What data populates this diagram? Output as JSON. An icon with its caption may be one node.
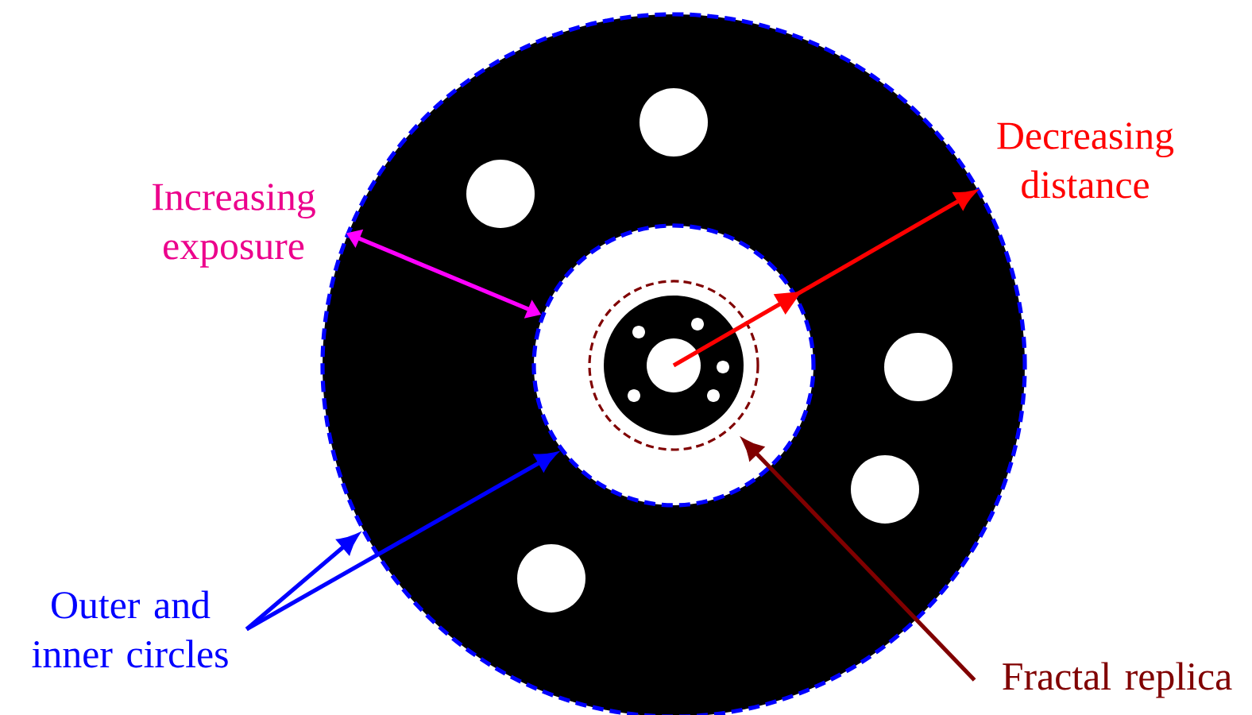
{
  "diagram": {
    "nodes": [
      {
        "text": [],
        "shape": "circle"
      },
      {
        "text": [],
        "shape": "circle",
        "in": 0
      },
      {
        "text": [],
        "shape": "circle",
        "in": 1
      },
      {
        "text": [
          "Outer and inner circles"
        ]
      },
      {
        "text": [
          "Fractal replica"
        ]
      }
    ],
    "edges": [
      {
        "from": 3,
        "to": 0,
        "arrow": "to",
        "color": "#0000ff"
      },
      {
        "from": 3,
        "to": 1,
        "arrow": "to",
        "color": "#0000ff"
      },
      {
        "from": 0,
        "to": 1,
        "arrow": "both",
        "color": "#ff00ff"
      },
      {
        "from": 2,
        "to": 0,
        "arrow": "to",
        "color": "#ff0000"
      },
      {
        "from": 4,
        "to": 2,
        "arrow": "to",
        "color": "#800000"
      }
    ],
    "labels": [
      "Increasing exposure",
      "Decreasing distance"
    ]
  }
}
